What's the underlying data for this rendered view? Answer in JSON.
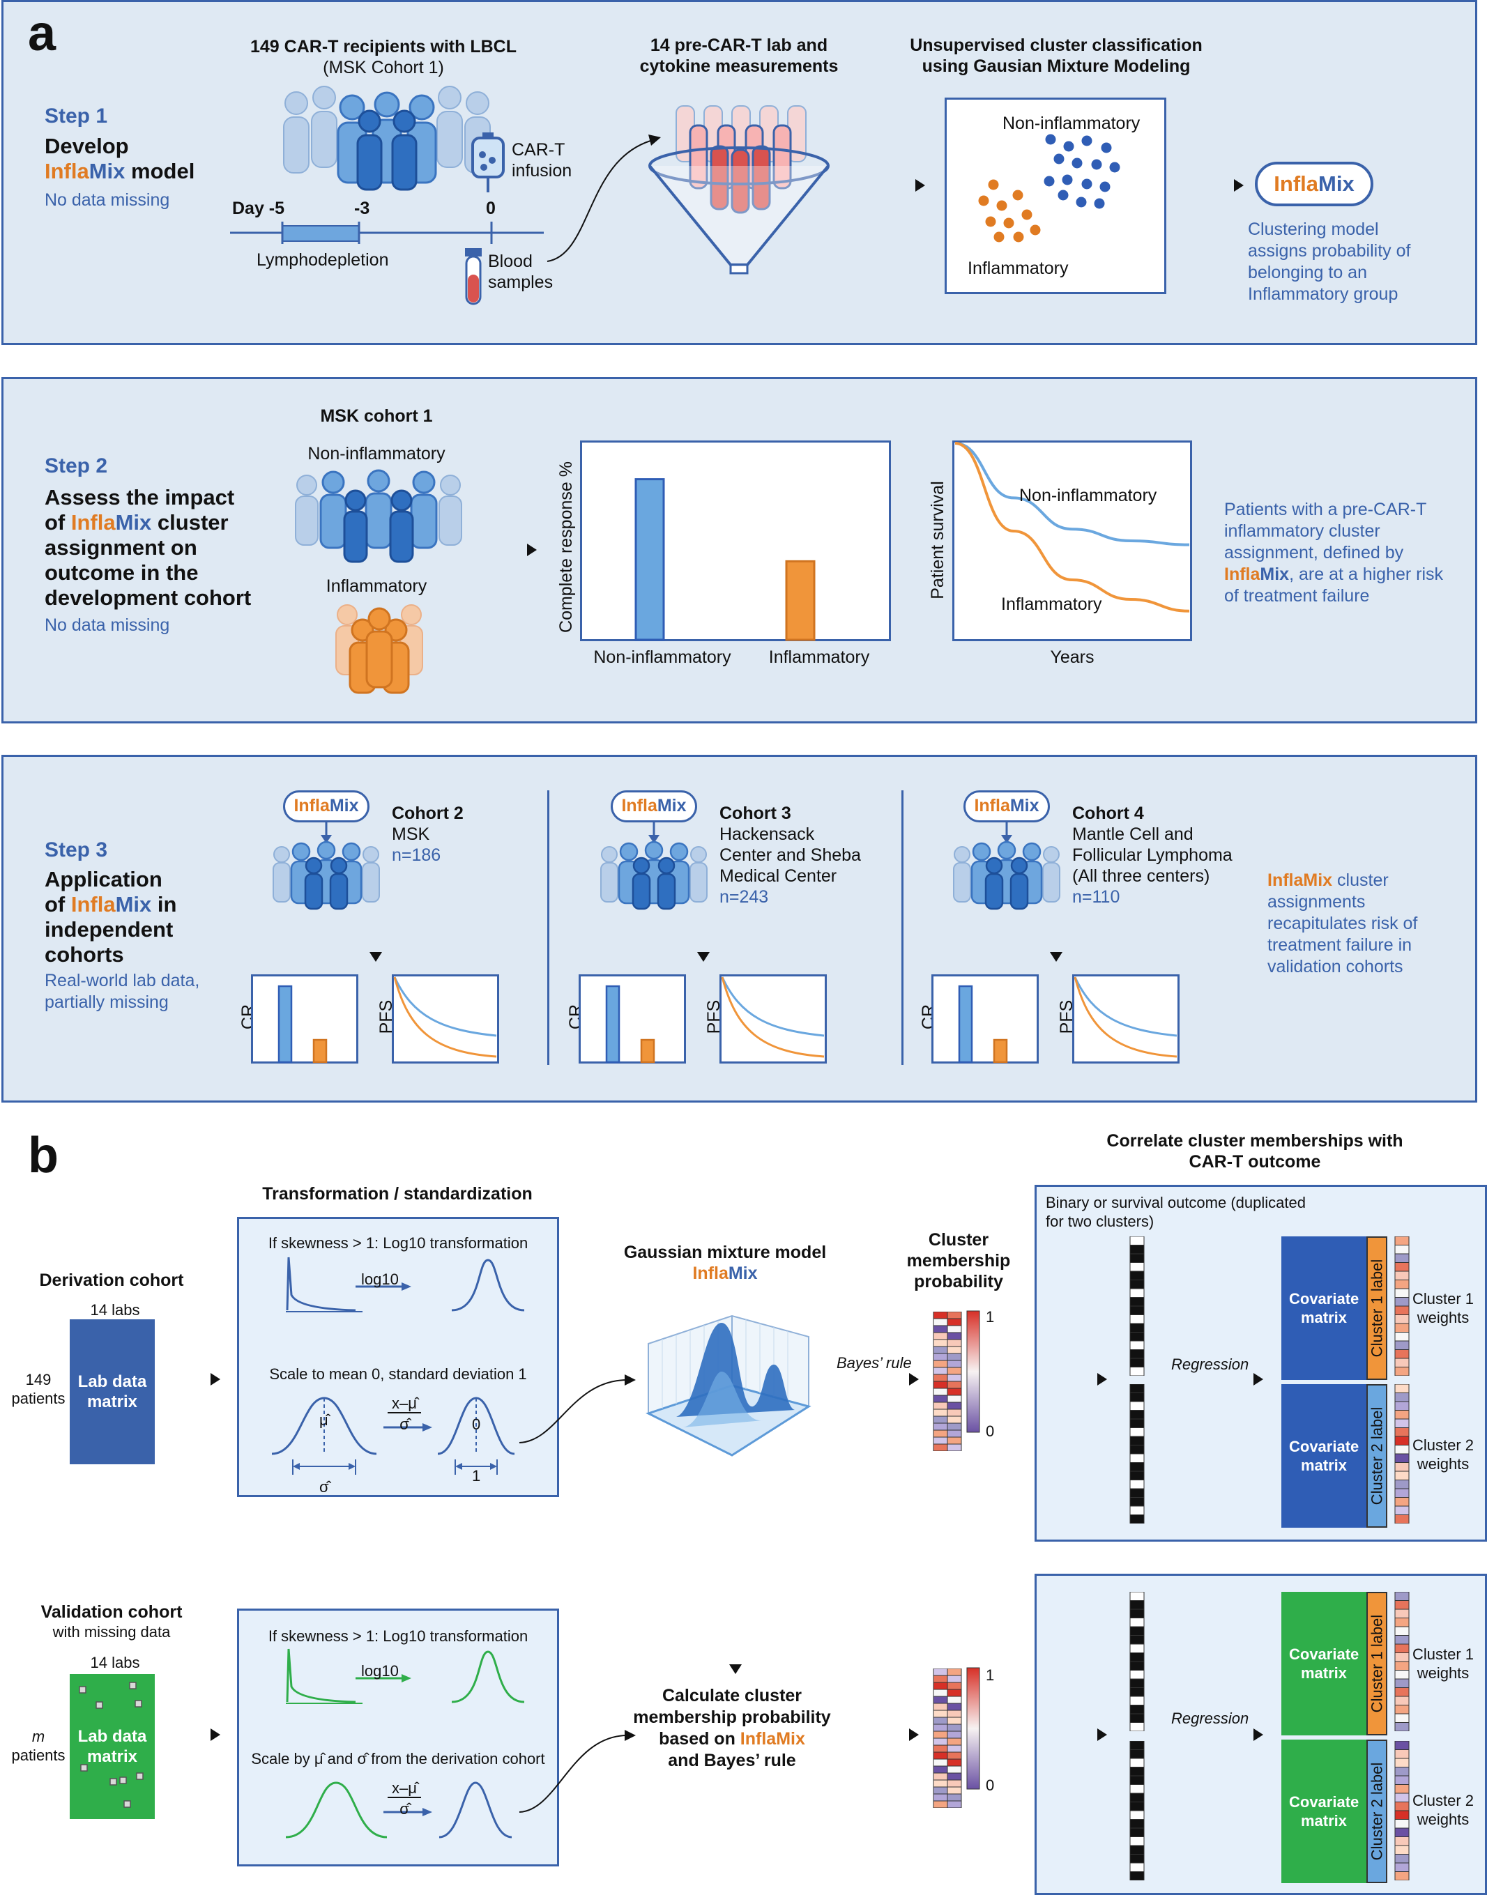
{
  "panel_a": {
    "letter": "a",
    "step1": {
      "step": "Step 1",
      "title_line1": "Develop",
      "title_infla": "Infla",
      "title_mix": "Mix",
      "title_rest": " model",
      "note": "No data missing",
      "cohort_title": "149 CAR-T recipients with LBCL",
      "cohort_sub": "(MSK Cohort 1)",
      "cart_infusion": "CAR-T infusion",
      "day_label": "Day -5",
      "day_m3": "-3",
      "day_0": "0",
      "lymphodepletion": "Lymphodepletion",
      "blood_samples": "Blood samples",
      "measure_title": "14 pre-CAR-T lab and cytokine measurements",
      "cluster_title": "Unsupervised cluster classification using Gausian Mixture Modeling",
      "non_inflammatory": "Non-inflammatory",
      "inflammatory": "Inflammatory",
      "badge_infla": "Infla",
      "badge_mix": "Mix",
      "model_note": "Clustering model assigns probability of belonging to an Inflammatory group"
    },
    "step2": {
      "step": "Step 2",
      "title_a": "Assess the impact",
      "title_b_pre": "of ",
      "title_b_infla": "Infla",
      "title_b_mix": "Mix",
      "title_b_post": " cluster",
      "title_c": "assignment on",
      "title_d": "outcome in the",
      "title_e": "development cohort",
      "note": "No data missing",
      "cohort": "MSK cohort 1",
      "non_inflammatory": "Non-inflammatory",
      "inflammatory": "Inflammatory",
      "bar_ylabel": "Complete response %",
      "bar_x1": "Non-inflammatory",
      "bar_x2": "Inflammatory",
      "surv_ylabel": "Patient survival",
      "surv_xlabel": "Years",
      "surv_non": "Non-inflammatory",
      "surv_inf": "Inflammatory",
      "conclusion_1": "Patients with a pre-CAR-T inflammatory cluster assignment, defined by",
      "conclusion_infla": "Infla",
      "conclusion_mix": "Mix",
      "conclusion_2": ", are at a higher risk of treatment failure"
    },
    "step3": {
      "step": "Step 3",
      "title_a": "Application",
      "title_b_pre": "of ",
      "title_b_infla": "Infla",
      "title_b_mix": "Mix",
      "title_b_post": " in",
      "title_c": "independent",
      "title_d": "cohorts",
      "note": "Real-world lab data, partially missing",
      "cohorts": [
        {
          "name": "Cohort 2",
          "desc_lines": [
            "MSK"
          ],
          "n": "n=186"
        },
        {
          "name": "Cohort 3",
          "desc_lines": [
            "Hackensack",
            "Center and Sheba",
            "Medical Center"
          ],
          "n": "n=243"
        },
        {
          "name": "Cohort 4",
          "desc_lines": [
            "Mantle Cell and",
            "Follicular Lymphoma",
            "(All three centers)"
          ],
          "n": "n=110"
        }
      ],
      "cr_label": "CR",
      "pfs_label": "PFS",
      "conclusion_infla": "Infla",
      "conclusion_mix": "Mix",
      "conclusion_rest": " cluster assignments recapitulates risk of treatment failure in validation cohorts"
    }
  },
  "panel_b": {
    "letter": "b",
    "transform_title": "Transformation / standardization",
    "derivation_title": "Derivation cohort",
    "labs": "14 labs",
    "patients_149": "149 patients",
    "lab_matrix": "Lab data matrix",
    "skew_rule": "If skewness > 1:  Log10 transformation",
    "log10": "log10",
    "scale_rule_deriv": "Scale to mean 0, standard deviation 1",
    "mu_hat": "μ̂",
    "sigma_hat": "σ̂",
    "formula_num": "x–μ̂",
    "formula_den": "σ̂",
    "zero": "0",
    "one": "1",
    "gmm_title": "Gaussian mixture model",
    "gmm_infla": "Infla",
    "gmm_mix": "Mix",
    "bayes_rule": "Bayes’ rule",
    "membership_title": "Cluster membership probability",
    "scale_max": "1",
    "scale_min": "0",
    "correlate_title": "Correlate cluster memberships with CAR-T outcome",
    "outcome_note": "Binary or survival outcome (duplicated for two clusters)",
    "regression": "Regression",
    "covariate_matrix": "Covariate matrix",
    "cluster1_label": "Cluster 1 label",
    "cluster2_label": "Cluster 2 label",
    "cluster1_weights": "Cluster 1 weights",
    "cluster2_weights": "Cluster 2 weights",
    "validation_title": "Validation cohort",
    "validation_sub": "with missing data",
    "m_patients_m": "m",
    "m_patients": "patients",
    "scale_rule_valid": "Scale by μ̂ and σ̂ from the derivation cohort",
    "calc_1": "Calculate cluster",
    "calc_2": "membership probability",
    "calc_3_pre": "based on ",
    "calc_infla": "Infla",
    "calc_mix": "Mix",
    "calc_4": "and Bayes’ rule"
  },
  "colors": {
    "blue": "#3a62aa",
    "orange": "#e07b22",
    "light_blue_panel": "#dfe9f3",
    "green": "#2fae4a",
    "cluster_blue": "#2f5db5"
  },
  "chart_data": [
    {
      "type": "bar",
      "categories": [
        "Non-inflammatory",
        "Inflammatory"
      ],
      "values": [
        0.9,
        0.44
      ],
      "ylabel": "Complete response %",
      "colors": [
        "#6aa7df",
        "#f0953a"
      ]
    },
    {
      "type": "line",
      "series": [
        {
          "name": "Non-inflammatory",
          "y": [
            1.0,
            0.72,
            0.56,
            0.5,
            0.48
          ]
        },
        {
          "name": "Inflammatory",
          "y": [
            1.0,
            0.55,
            0.3,
            0.2,
            0.14
          ]
        }
      ],
      "x": [
        0,
        1,
        2,
        3,
        4
      ],
      "xlabel": "Years",
      "ylabel": "Patient survival"
    }
  ]
}
